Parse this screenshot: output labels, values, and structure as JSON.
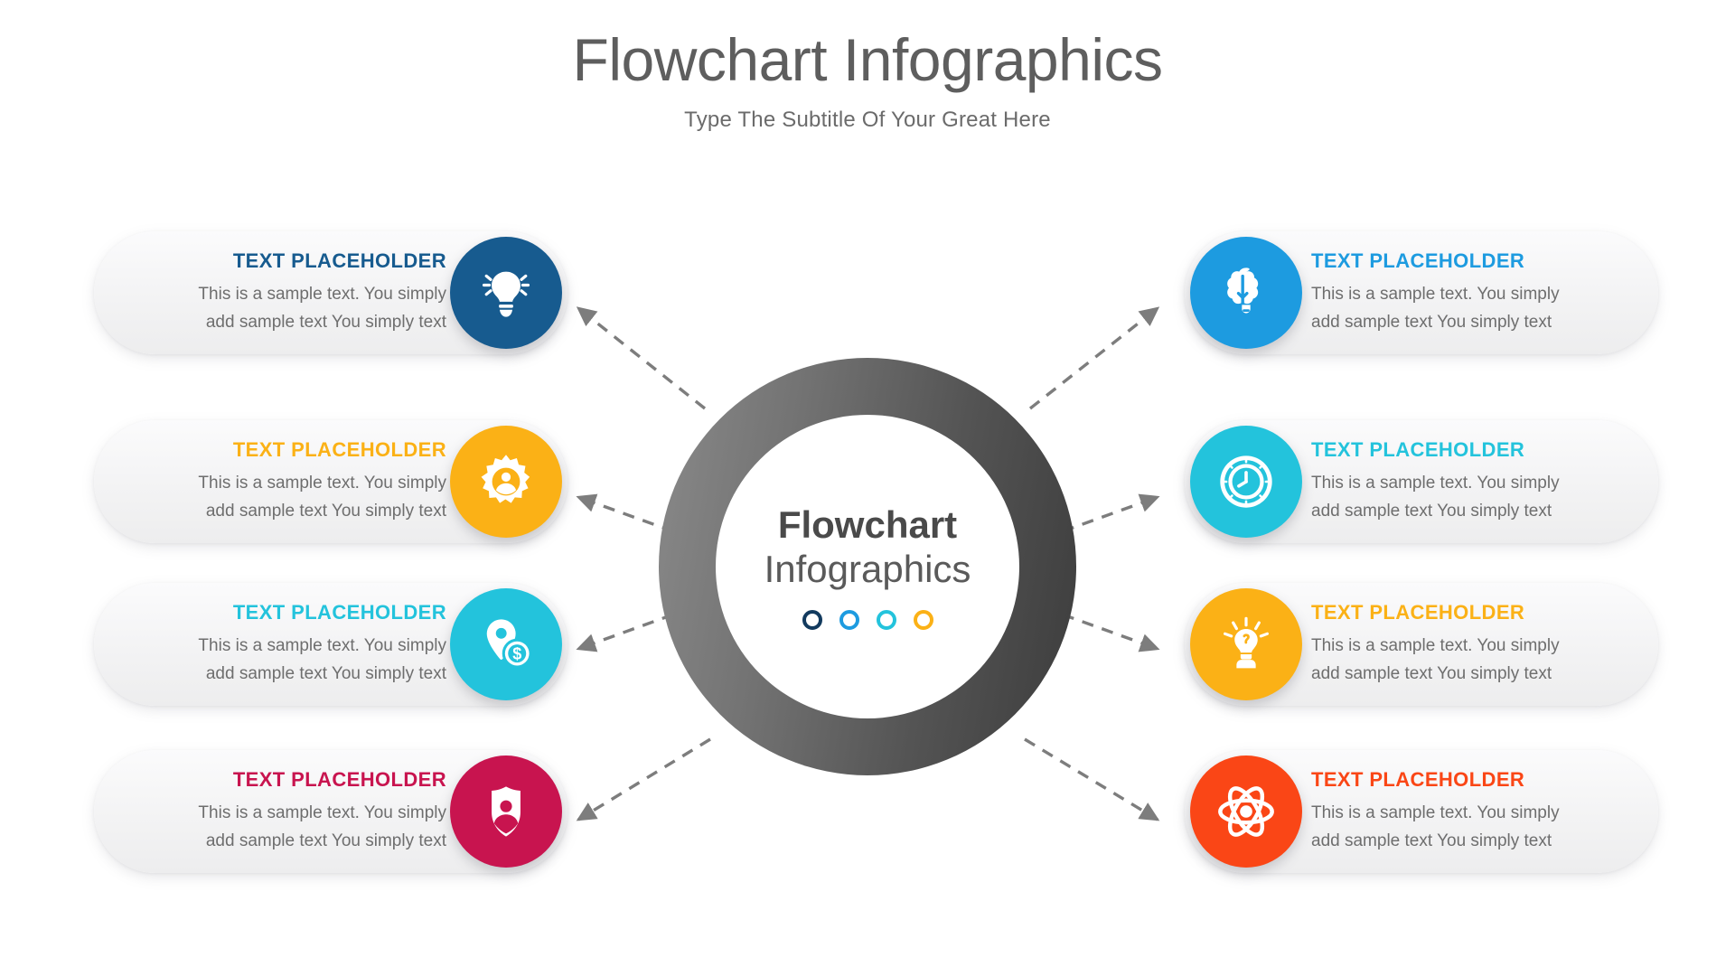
{
  "header": {
    "title": "Flowchart Infographics",
    "subtitle": "Type The Subtitle Of Your Great Here"
  },
  "center_hub": {
    "title": "Flowchart",
    "subtitle": "Infographics",
    "ring_gradient_from": "#8a8a8a",
    "ring_gradient_to": "#3c3c3c",
    "dots": [
      {
        "name": "dot-navy",
        "color": "#123a5e"
      },
      {
        "name": "dot-blue",
        "color": "#1d9be0"
      },
      {
        "name": "dot-cyan",
        "color": "#23c3dc"
      },
      {
        "name": "dot-amber",
        "color": "#fbb116"
      }
    ]
  },
  "connectors": {
    "line_color": "#7d7d7d",
    "style": "dashed",
    "arrow_direction": "outward-from-center"
  },
  "cards": {
    "left": [
      {
        "heading": "TEXT PLACEHOLDER",
        "line1": "This is a sample text. You simply",
        "line2": "add sample text You simply text",
        "color": "#175b8f",
        "icon": "lightbulb-icon"
      },
      {
        "heading": "TEXT PLACEHOLDER",
        "line1": "This is a sample text. You simply",
        "line2": "add sample text You simply text",
        "color": "#fbb116",
        "icon": "gear-user-icon"
      },
      {
        "heading": "TEXT PLACEHOLDER",
        "line1": "This is a sample text. You simply",
        "line2": "add sample text You simply text",
        "color": "#23c3dc",
        "icon": "location-dollar-icon"
      },
      {
        "heading": "TEXT PLACEHOLDER",
        "line1": "This is a sample text. You simply",
        "line2": "add sample text You simply text",
        "color": "#c8144f",
        "icon": "shield-user-icon"
      }
    ],
    "right": [
      {
        "heading": "TEXT PLACEHOLDER",
        "line1": "This is a sample text. You simply",
        "line2": "add sample text You simply text",
        "color": "#1d9be0",
        "icon": "brain-bulb-icon"
      },
      {
        "heading": "TEXT PLACEHOLDER",
        "line1": "This is a sample text. You simply",
        "line2": "add sample text You simply text",
        "color": "#23c3dc",
        "icon": "clock-icon"
      },
      {
        "heading": "TEXT PLACEHOLDER",
        "line1": "This is a sample text. You simply",
        "line2": "add sample text You simply text",
        "color": "#fbb116",
        "icon": "idea-hand-icon"
      },
      {
        "heading": "TEXT PLACEHOLDER",
        "line1": "This is a sample text. You simply",
        "line2": "add sample text You simply text",
        "color": "#fa4616",
        "icon": "atom-icon"
      }
    ]
  }
}
